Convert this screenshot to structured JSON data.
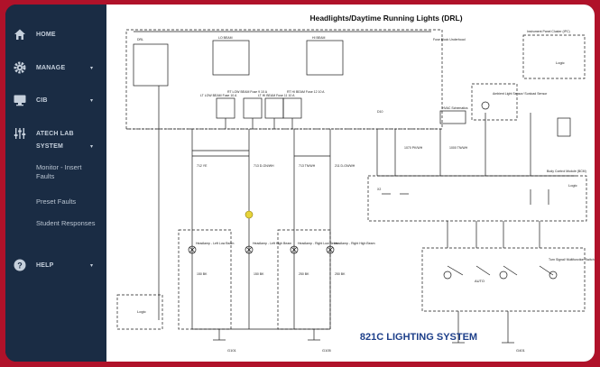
{
  "sidebar": {
    "items": [
      {
        "label": "HOME",
        "icon": "home-icon"
      },
      {
        "label": "MANAGE",
        "icon": "gear-icon"
      },
      {
        "label": "CIB",
        "icon": "monitor-icon"
      },
      {
        "label": "ATECH LAB",
        "icon": "sliders-icon"
      },
      {
        "label": "SYSTEM",
        "icon": ""
      },
      {
        "label": "HELP",
        "icon": "help-icon"
      }
    ],
    "sub_items": [
      "Monitor - Insert Faults",
      "Preset Faults",
      "Student Responses"
    ]
  },
  "diagram": {
    "title": "Headlights/Daytime Running Lights (DRL)",
    "footer": "821C LIGHTING SYSTEM",
    "ipc_label": "Instrument Panel Cluster (IPC)",
    "fuse_block": "Fuse Block Underhood",
    "bcm_label": "Body Control Module (BCM)",
    "logic": "Logic",
    "fuses": [
      "LT LOW BEAM Fuse 10 A",
      "RT LOW BEAM Fuse 9 10 A",
      "LT HI BEAM Fuse 11 10 A",
      "RT HI BEAM Fuse 12 10 A"
    ],
    "lamps": [
      "Headlamp - Left Low Beam",
      "Headlamp - Left High Beam",
      "Headlamp - Right Low Beam",
      "Headlamp - Right High Beam"
    ],
    "switch_label": "Turn Signal/ Multifunction Switch",
    "auto": "AUTO",
    "grounds": [
      "G101",
      "G105",
      "G401"
    ],
    "ambient_sensor": "Ambient Light Sensor/ Sunload Sensor",
    "hvac": "HVAC Schematics"
  },
  "colors": {
    "frame": "#b0122a",
    "sidebar": "#1a2c44",
    "footer": "#1d3f8a",
    "accent": "#e7d43a"
  }
}
